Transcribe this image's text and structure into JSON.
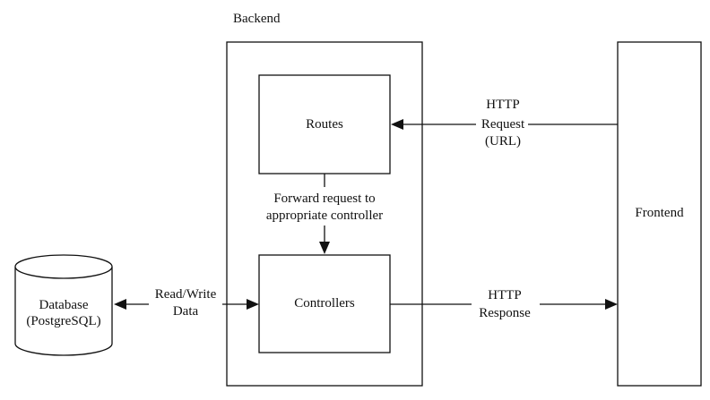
{
  "backend_title": "Backend",
  "nodes": {
    "routes": "Routes",
    "controllers": "Controllers",
    "frontend": "Frontend",
    "database": [
      "Database",
      "(PostgreSQL)"
    ]
  },
  "edges": {
    "http_request": [
      "HTTP",
      "Request",
      "(URL)"
    ],
    "forward": [
      "Forward request to",
      "appropriate controller"
    ],
    "read_write": [
      "Read/Write",
      "Data"
    ],
    "http_response": [
      "HTTP",
      "Response"
    ]
  }
}
